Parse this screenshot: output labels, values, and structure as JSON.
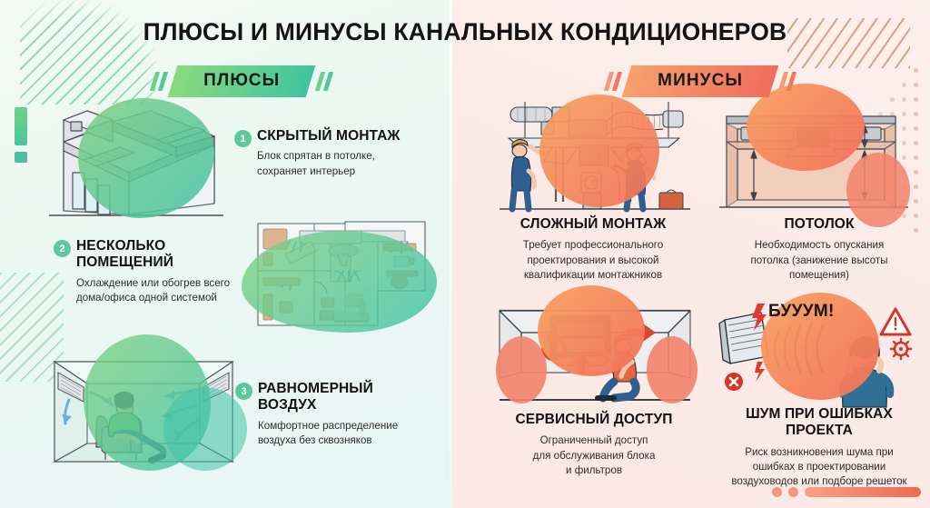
{
  "title": "ПЛЮСЫ И МИНУСЫ КАНАЛЬНЫХ КОНДИЦИОНЕРОВ",
  "sections": {
    "pros": {
      "badge_label": "ПЛЮСЫ",
      "badge_color": "#5ec79b",
      "items": [
        {
          "number": "1",
          "heading": "СКРЫТЫЙ МОНТАЖ",
          "body": "Блок спрятан в потолке,\nсохраняет интерьер",
          "illustration": "room-with-ceiling-ducts"
        },
        {
          "number": "2",
          "heading": "НЕСКОЛЬКО\nПОМЕЩЕНИЙ",
          "body": "Охлаждение или обогрев всего\nдома/офиса одной системой",
          "illustration": "floorplan-duct-network"
        },
        {
          "number": "3",
          "heading": "РАВНОМЕРНЫЙ\nВОЗДУХ",
          "body": "Комфортное распределение\nвоздуха без сквозняков",
          "illustration": "seated-man-airflow-room"
        }
      ]
    },
    "cons": {
      "badge_label": "МИНУСЫ",
      "badge_color": "#ef6e5d",
      "items": [
        {
          "heading": "СЛОЖНЫЙ МОНТАЖ",
          "body": "Требует профессионального\nпроектирования и высокой\nквалификации монтажников",
          "illustration": "two-workers-installing-ducts"
        },
        {
          "heading": "ПОТОЛОК",
          "body": "Необходимость опускания\nпотолка (занижение высоты\nпомещения)",
          "illustration": "room-section-lowered-ceiling"
        },
        {
          "heading": "СЕРВИСНЫЙ ДОСТУП",
          "body": "Ограниченный доступ\nдля обслуживания блока\nи фильтров",
          "illustration": "worker-servicing-cassette"
        },
        {
          "heading": "ШУМ ПРИ ОШИБКАХ\nПРОЕКТА",
          "body": "Риск возникновения шума при\nошибках в проектировании\nвоздуховодов или подборе решеток",
          "illustration": "noise-man-covering-ears",
          "callout": "БУУУМ!"
        }
      ]
    }
  },
  "decorations": {
    "exclamation_mark": "!",
    "stripes_green": "diagonal-stripes-green",
    "stripes_orange": "diagonal-stripes-orange",
    "dot_grid": "dot-grid-orange",
    "bottom_pill": "pill-bar-orange"
  },
  "palette": {
    "left_bg": "#eef8f2",
    "right_bg": "#fbeae6",
    "green": "#5ec79b",
    "orange": "#ef6e5d",
    "text": "#121212",
    "airflow_blue": "#5aa9e0",
    "worker_blue": "#2f5f8f",
    "worker_orange": "#e8643f"
  }
}
